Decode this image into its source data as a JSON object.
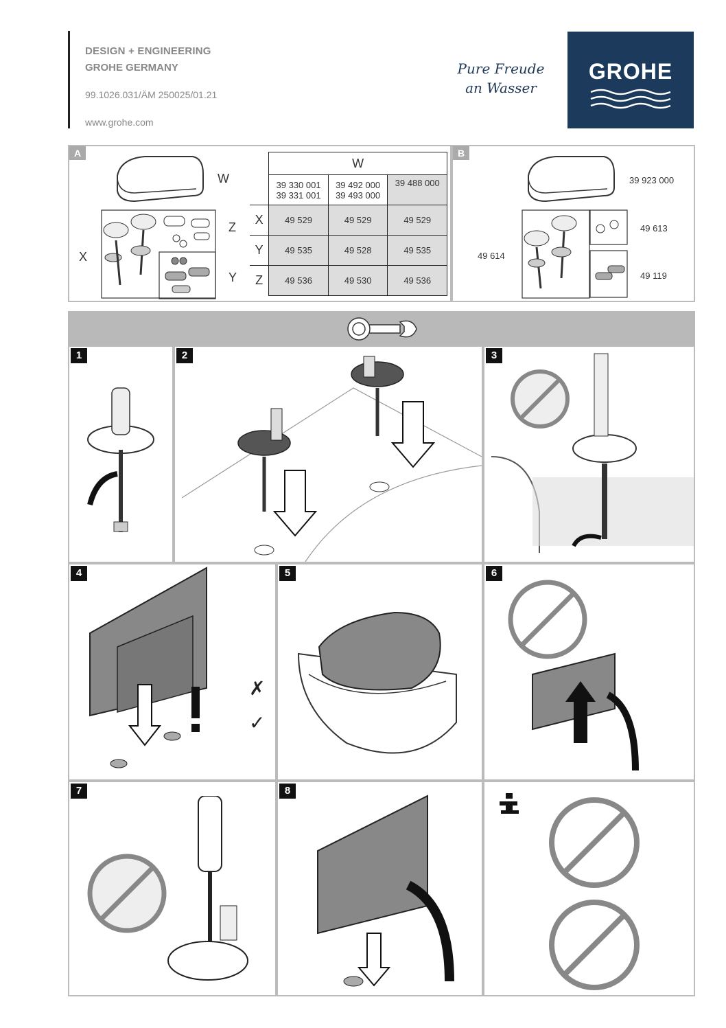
{
  "header": {
    "line1": "DESIGN + ENGINEERING",
    "line2": "GROHE GERMANY",
    "doc_number": "99.1026.031/ÄM 250025/01.21",
    "website": "www.grohe.com",
    "slogan_line1": "Pure Freude",
    "slogan_line2": "an Wasser",
    "logo_text": "GROHE",
    "brand_color": "#1c3b5c"
  },
  "panel_a": {
    "label": "A",
    "callouts": {
      "w": "W",
      "x": "X",
      "y": "Y",
      "z": "Z"
    },
    "table": {
      "header": "W",
      "columns": [
        [
          "39 330 001",
          "39 331 001"
        ],
        [
          "39 492 000",
          "39 493 000"
        ],
        [
          "39 488 000",
          ""
        ]
      ],
      "rows": [
        {
          "label": "X",
          "values": [
            "49 529",
            "49 529",
            "49 529"
          ]
        },
        {
          "label": "Y",
          "values": [
            "49 535",
            "49 528",
            "49 535"
          ]
        },
        {
          "label": "Z",
          "values": [
            "49 536",
            "49 530",
            "49 536"
          ]
        }
      ]
    }
  },
  "panel_b": {
    "label": "B",
    "codes": {
      "seat": "39 923 000",
      "left": "49 614",
      "top_right": "49 613",
      "bottom_right": "49 119"
    }
  },
  "tools": {
    "icon": "wrench-icon"
  },
  "steps": [
    {
      "label": "1"
    },
    {
      "label": "2"
    },
    {
      "label": "3"
    },
    {
      "label": "4"
    },
    {
      "label": "5"
    },
    {
      "label": "6"
    },
    {
      "label": "7"
    },
    {
      "label": "8"
    }
  ],
  "info": {
    "icon": "info-icon"
  }
}
